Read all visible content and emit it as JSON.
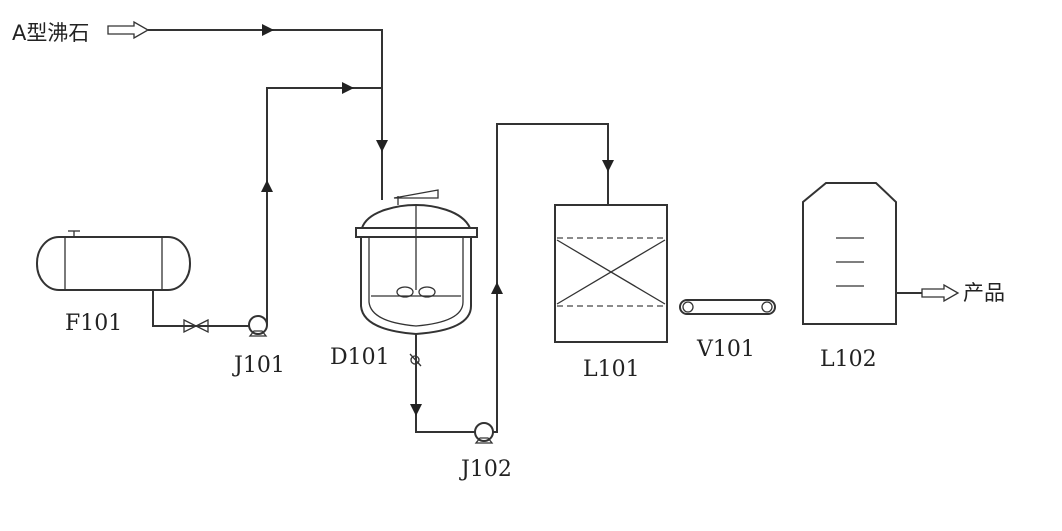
{
  "inputs": {
    "feed_label": "A型沸石"
  },
  "outputs": {
    "product_label": "产品"
  },
  "equipment": {
    "f101": "F101",
    "j101": "J101",
    "d101": "D101",
    "j102": "J102",
    "l101": "L101",
    "v101": "V101",
    "l102": "L102"
  }
}
